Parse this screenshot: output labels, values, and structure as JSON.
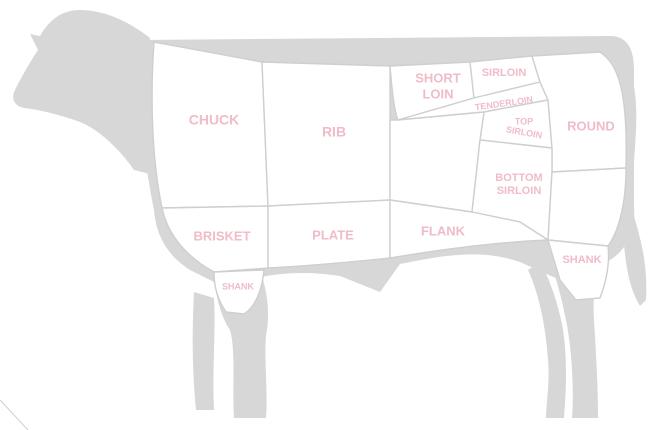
{
  "colors": {
    "background": "#ffffff",
    "silhouette": "#d7d7d7",
    "cut_fill": "#ffffff",
    "cut_border": "#cfcfcf",
    "label": "#efbcc8"
  },
  "labels": {
    "chuck": "CHUCK",
    "rib": "RIB",
    "short_loin_1": "SHORT",
    "short_loin_2": "LOIN",
    "sirloin": "SIRLOIN",
    "tenderloin": "TENDERLOIN",
    "top_sirloin_1": "TOP",
    "top_sirloin_2": "SIRLOIN",
    "round": "ROUND",
    "bottom_sirloin_1": "BOTTOM",
    "bottom_sirloin_2": "SIRLOIN",
    "brisket": "BRISKET",
    "plate": "PLATE",
    "flank": "FLANK",
    "front_shank": "SHANK",
    "rear_shank": "SHANK"
  }
}
